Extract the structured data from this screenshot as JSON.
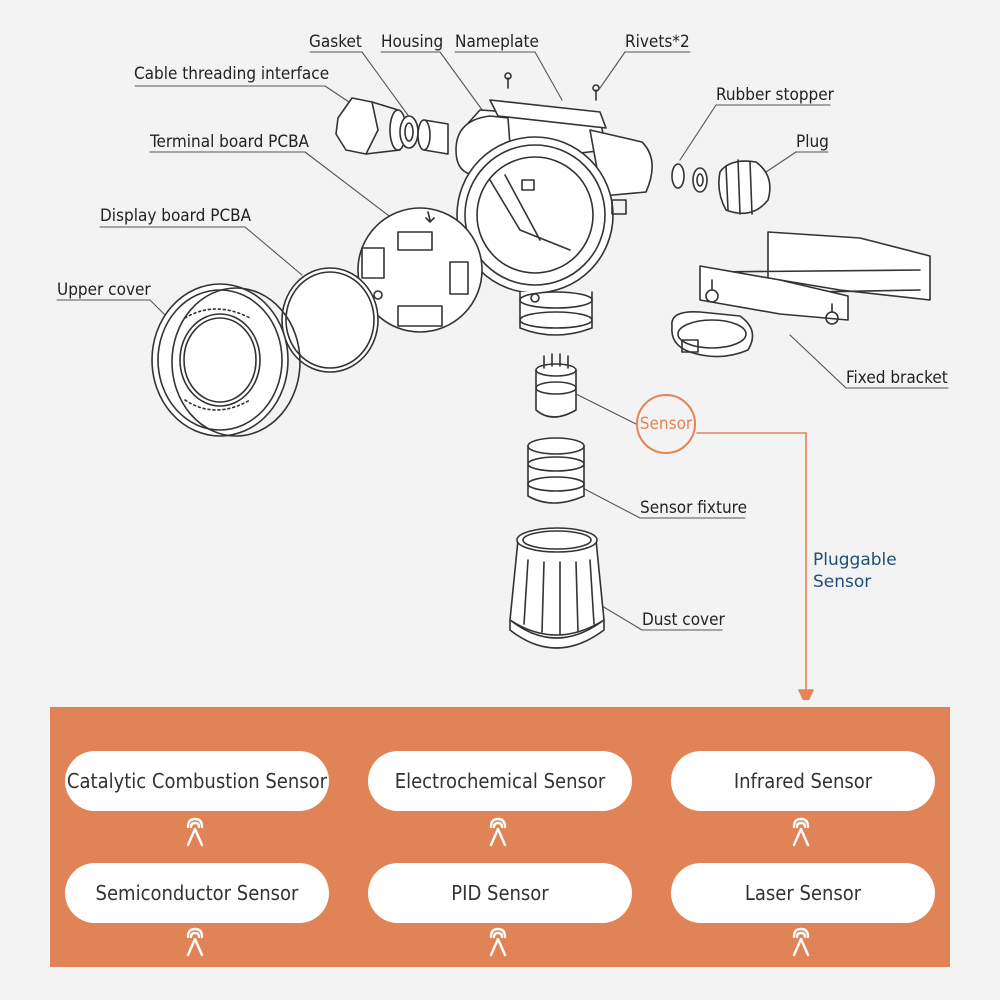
{
  "labels": {
    "gasket": "Gasket",
    "housing": "Housing",
    "nameplate": "Nameplate",
    "rivets": "Rivets*2",
    "cable_threading": "Cable threading interface",
    "rubber_stopper": "Rubber stopper",
    "plug": "Plug",
    "terminal_board": "Terminal board PCBA",
    "display_board": "Display board PCBA",
    "upper_cover": "Upper cover",
    "fixed_bracket": "Fixed bracket",
    "sensor": "Sensor",
    "sensor_fixture": "Sensor fixture",
    "dust_cover": "Dust cover"
  },
  "pluggable": {
    "line1": "Pluggable",
    "line2": "Sensor"
  },
  "sensor_types": [
    "Catalytic Combustion Sensor",
    "Electrochemical Sensor",
    "Infrared Sensor",
    "Semiconductor Sensor",
    "PID Sensor",
    "Laser Sensor"
  ],
  "colors": {
    "accent": "#e58356",
    "panel": "#e08356",
    "pluggable_text": "#1f4e79"
  }
}
